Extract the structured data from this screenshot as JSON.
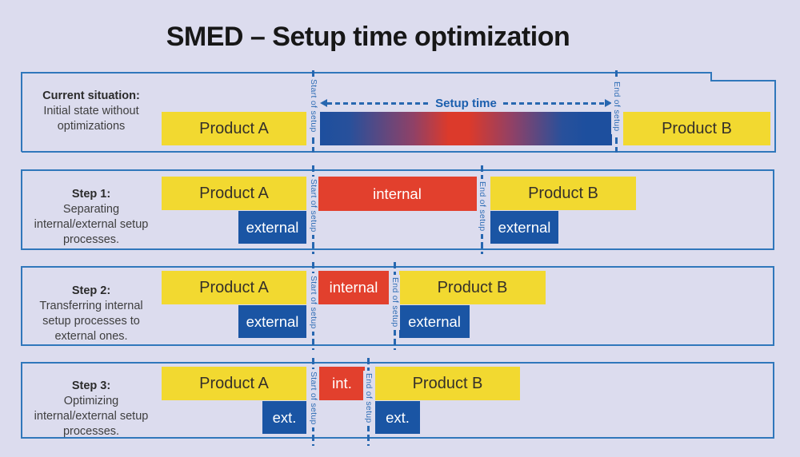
{
  "title": "SMED – Setup time optimization",
  "palette": {
    "background": "#dcdcee",
    "panel_border": "#3077bb",
    "product_yellow": "#f2d930",
    "internal_red": "#e2402d",
    "external_blue": "#1a55a4",
    "line_blue": "#2767b0",
    "gradient_blue": "#1d4f9e",
    "gradient_red": "#dc3a2b",
    "text_dark": "#3e3e3e"
  },
  "rows": [
    {
      "heading": "Current situation:",
      "description_lines": [
        "Initial state without",
        "optimizations"
      ],
      "product_a": "Product A",
      "product_b": "Product B",
      "setup_time_label": "Setup time",
      "start_label": "Start of setup",
      "end_label": "End of setup"
    },
    {
      "heading": "Step 1:",
      "description_lines": [
        "Separating",
        "internal/external setup",
        "processes."
      ],
      "product_a": "Product A",
      "product_b": "Product B",
      "internal_label": "internal",
      "external_label": "external",
      "start_label": "Start of setup",
      "end_label": "End of setup"
    },
    {
      "heading": "Step 2:",
      "description_lines": [
        "Transferring internal",
        "setup processes to",
        "external ones."
      ],
      "product_a": "Product A",
      "product_b": "Product B",
      "internal_label": "internal",
      "external_label": "external",
      "start_label": "Start of setup",
      "end_label": "End of setup"
    },
    {
      "heading": "Step 3:",
      "description_lines": [
        "Optimizing",
        "internal/external setup",
        "processes."
      ],
      "product_a": "Product A",
      "product_b": "Product B",
      "internal_label": "int.",
      "external_label": "ext.",
      "start_label": "Start of setup",
      "end_label": "End of setup"
    }
  ]
}
